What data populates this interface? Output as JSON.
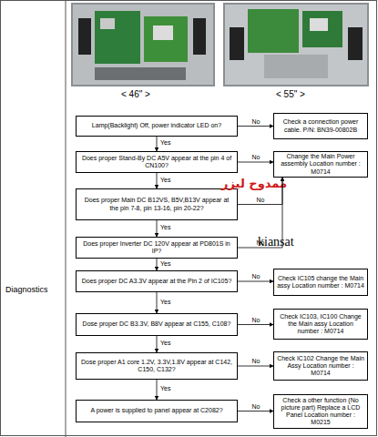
{
  "diagram": {
    "nodes": [
      {
        "text": [
          "Lamp(Backlight) Off, power indicator LED on?"
        ]
      },
      {
        "text": [
          "Check a connection power cable. P/N: BN39-00802B"
        ]
      },
      {
        "text": [
          "Does proper Stand-By DC A5V appear at the pin 4 of CN100?"
        ]
      },
      {
        "text": [
          "Change the Main Power assembly Location number : M0714"
        ]
      },
      {
        "text": [
          "Does proper Main DC B12VS, B5V,B13V appear at the pin 7-8, pin 13-16, pin 20-22?"
        ]
      },
      {
        "text": [
          "Does proper Inverter DC 120V appear at PD801S in IP?"
        ]
      },
      {
        "text": [
          "Does proper DC A3.3V appear at the Pin 2 of IC105?"
        ]
      },
      {
        "text": [
          "Check IC105 change the Main assy Location number : M0714"
        ]
      },
      {
        "text": [
          "Dose proper DC B3.3V, B8V appear at C155, C108?"
        ]
      },
      {
        "text": [
          "Check IC103, IC100 Change the Main assy Location number : M0714"
        ]
      },
      {
        "text": [
          "Dose proper A1 core 1.2V, 3.3V,1.8V appear at C142, C150, C132?"
        ]
      },
      {
        "text": [
          "Check IC102 Change the Main Assy Location number : M0714"
        ]
      },
      {
        "text": [
          "A power is supplied to panel appear at C2082?"
        ]
      },
      {
        "text": [
          "Check a other function (No picture part) Replace a LCD Panel Location number : M0215"
        ]
      }
    ],
    "edges": [
      {
        "from": 0,
        "to": 1,
        "label": "No",
        "arrow": "to"
      },
      {
        "from": 0,
        "to": 2,
        "label": "Yes",
        "arrow": "to"
      },
      {
        "from": 2,
        "to": 3,
        "label": "No",
        "arrow": "to"
      },
      {
        "from": 2,
        "to": 4,
        "label": "Yes",
        "arrow": "to"
      },
      {
        "from": 4,
        "to": 3,
        "label": "No",
        "arrow": "to"
      },
      {
        "from": 4,
        "to": 5,
        "label": "Yes",
        "arrow": "to"
      },
      {
        "from": 5,
        "to": 3,
        "label": "No",
        "arrow": "to"
      },
      {
        "from": 5,
        "to": 6,
        "label": "Yes",
        "arrow": "to"
      },
      {
        "from": 6,
        "to": 7,
        "label": "No",
        "arrow": "to"
      },
      {
        "from": 6,
        "to": 8,
        "label": "Yes",
        "arrow": "to"
      },
      {
        "from": 8,
        "to": 9,
        "label": "No",
        "arrow": "to"
      },
      {
        "from": 8,
        "to": 10,
        "label": "Yes",
        "arrow": "to"
      },
      {
        "from": 10,
        "to": 11,
        "label": "No",
        "arrow": "to"
      },
      {
        "from": 10,
        "to": 12,
        "label": "Yes",
        "arrow": "to"
      },
      {
        "from": 12,
        "to": 13,
        "label": "No",
        "arrow": "to"
      }
    ],
    "labels": [
      "Diagnostics",
      "< 46\" >",
      "< 55\" >",
      "ممدوح ليزر",
      "kiansat"
    ]
  }
}
